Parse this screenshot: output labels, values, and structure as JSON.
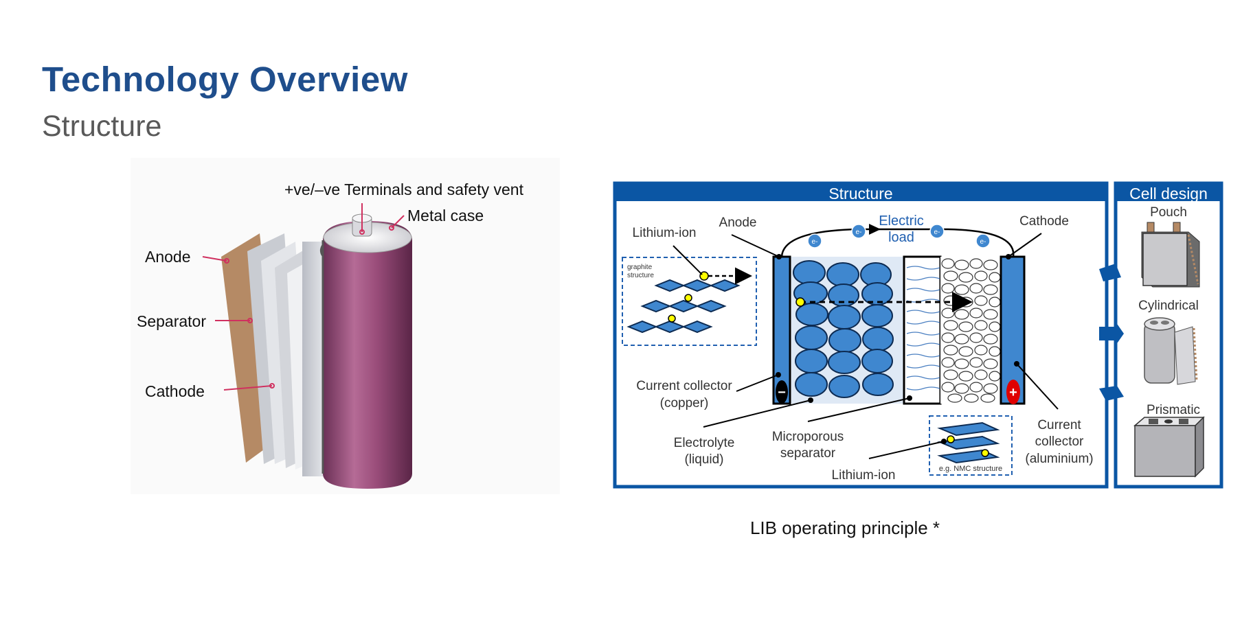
{
  "page": {
    "title": "Technology Overview",
    "subtitle": "Structure",
    "caption": "LIB operating principle *"
  },
  "cell_illustration": {
    "labels": {
      "terminals": "+ve/–ve Terminals and safety vent",
      "metal_case": "Metal case",
      "anode": "Anode",
      "separator": "Separator",
      "cathode": "Cathode"
    }
  },
  "operating_principle": {
    "structure_header": "Structure",
    "cell_design_header": "Cell design",
    "labels": {
      "lithium_ion_top": "Lithium-ion",
      "anode": "Anode",
      "electric_load_1": "Electric",
      "electric_load_2": "load",
      "cathode": "Cathode",
      "graphite_1": "graphite",
      "graphite_2": "structure",
      "electron": "e-",
      "current_collector_copper_1": "Current collector",
      "current_collector_copper_2": "(copper)",
      "electrolyte_1": "Electrolyte",
      "electrolyte_2": "(liquid)",
      "microporous_1": "Microporous",
      "microporous_2": "separator",
      "lithium_ion_bottom": "Lithium-ion",
      "nmc_structure": "e.g. NMC structure",
      "current_collector_al_1": "Current",
      "current_collector_al_2": "collector",
      "current_collector_al_3": "(aluminium)",
      "minus": "−",
      "plus": "+"
    },
    "cell_designs": [
      "Pouch",
      "Cylindrical",
      "Prismatic"
    ]
  },
  "colors": {
    "title_blue": "#1f4e8c",
    "frame_blue": "#0b56a4",
    "electrode_blue": "#3f87cf",
    "case_purple": "#a0557f",
    "label_pink": "#d0305f",
    "ion_yellow": "#ffff00"
  }
}
